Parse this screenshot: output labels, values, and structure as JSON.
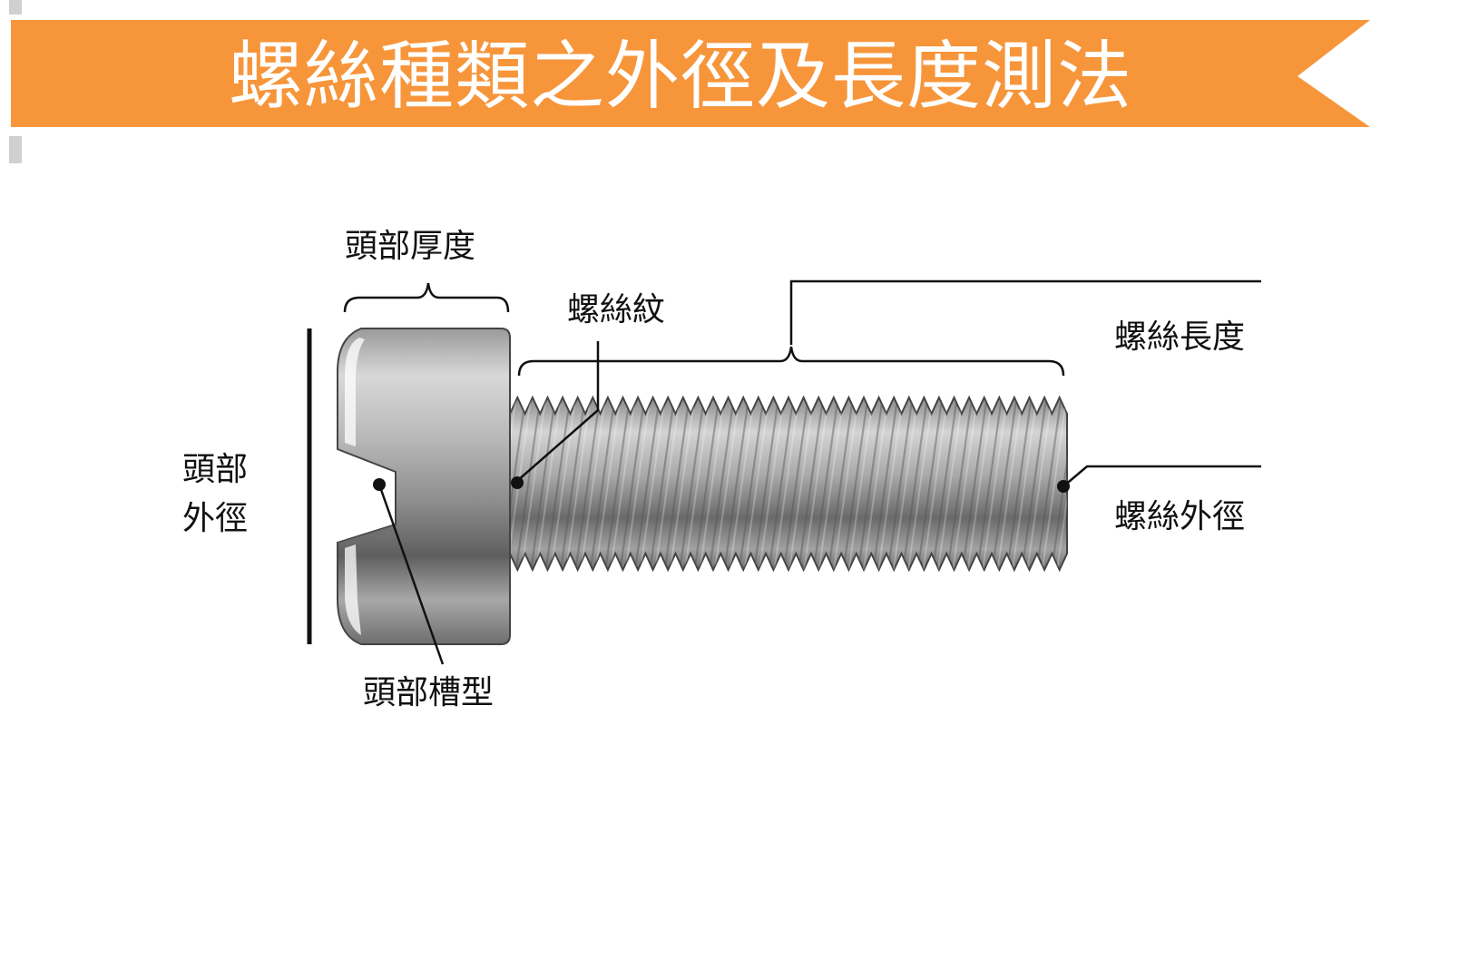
{
  "title": "螺絲種類之外徑及長度測法",
  "colors": {
    "banner": "#f7953a",
    "title_text": "#ffffff",
    "label_text": "#111111"
  },
  "labels": {
    "head_thickness": "頭部厚度",
    "thread": "螺絲紋",
    "screw_length": "螺絲長度",
    "head_diameter_line1": "頭部",
    "head_diameter_line2": "外徑",
    "screw_diameter": "螺絲外徑",
    "head_slot": "頭部槽型"
  }
}
